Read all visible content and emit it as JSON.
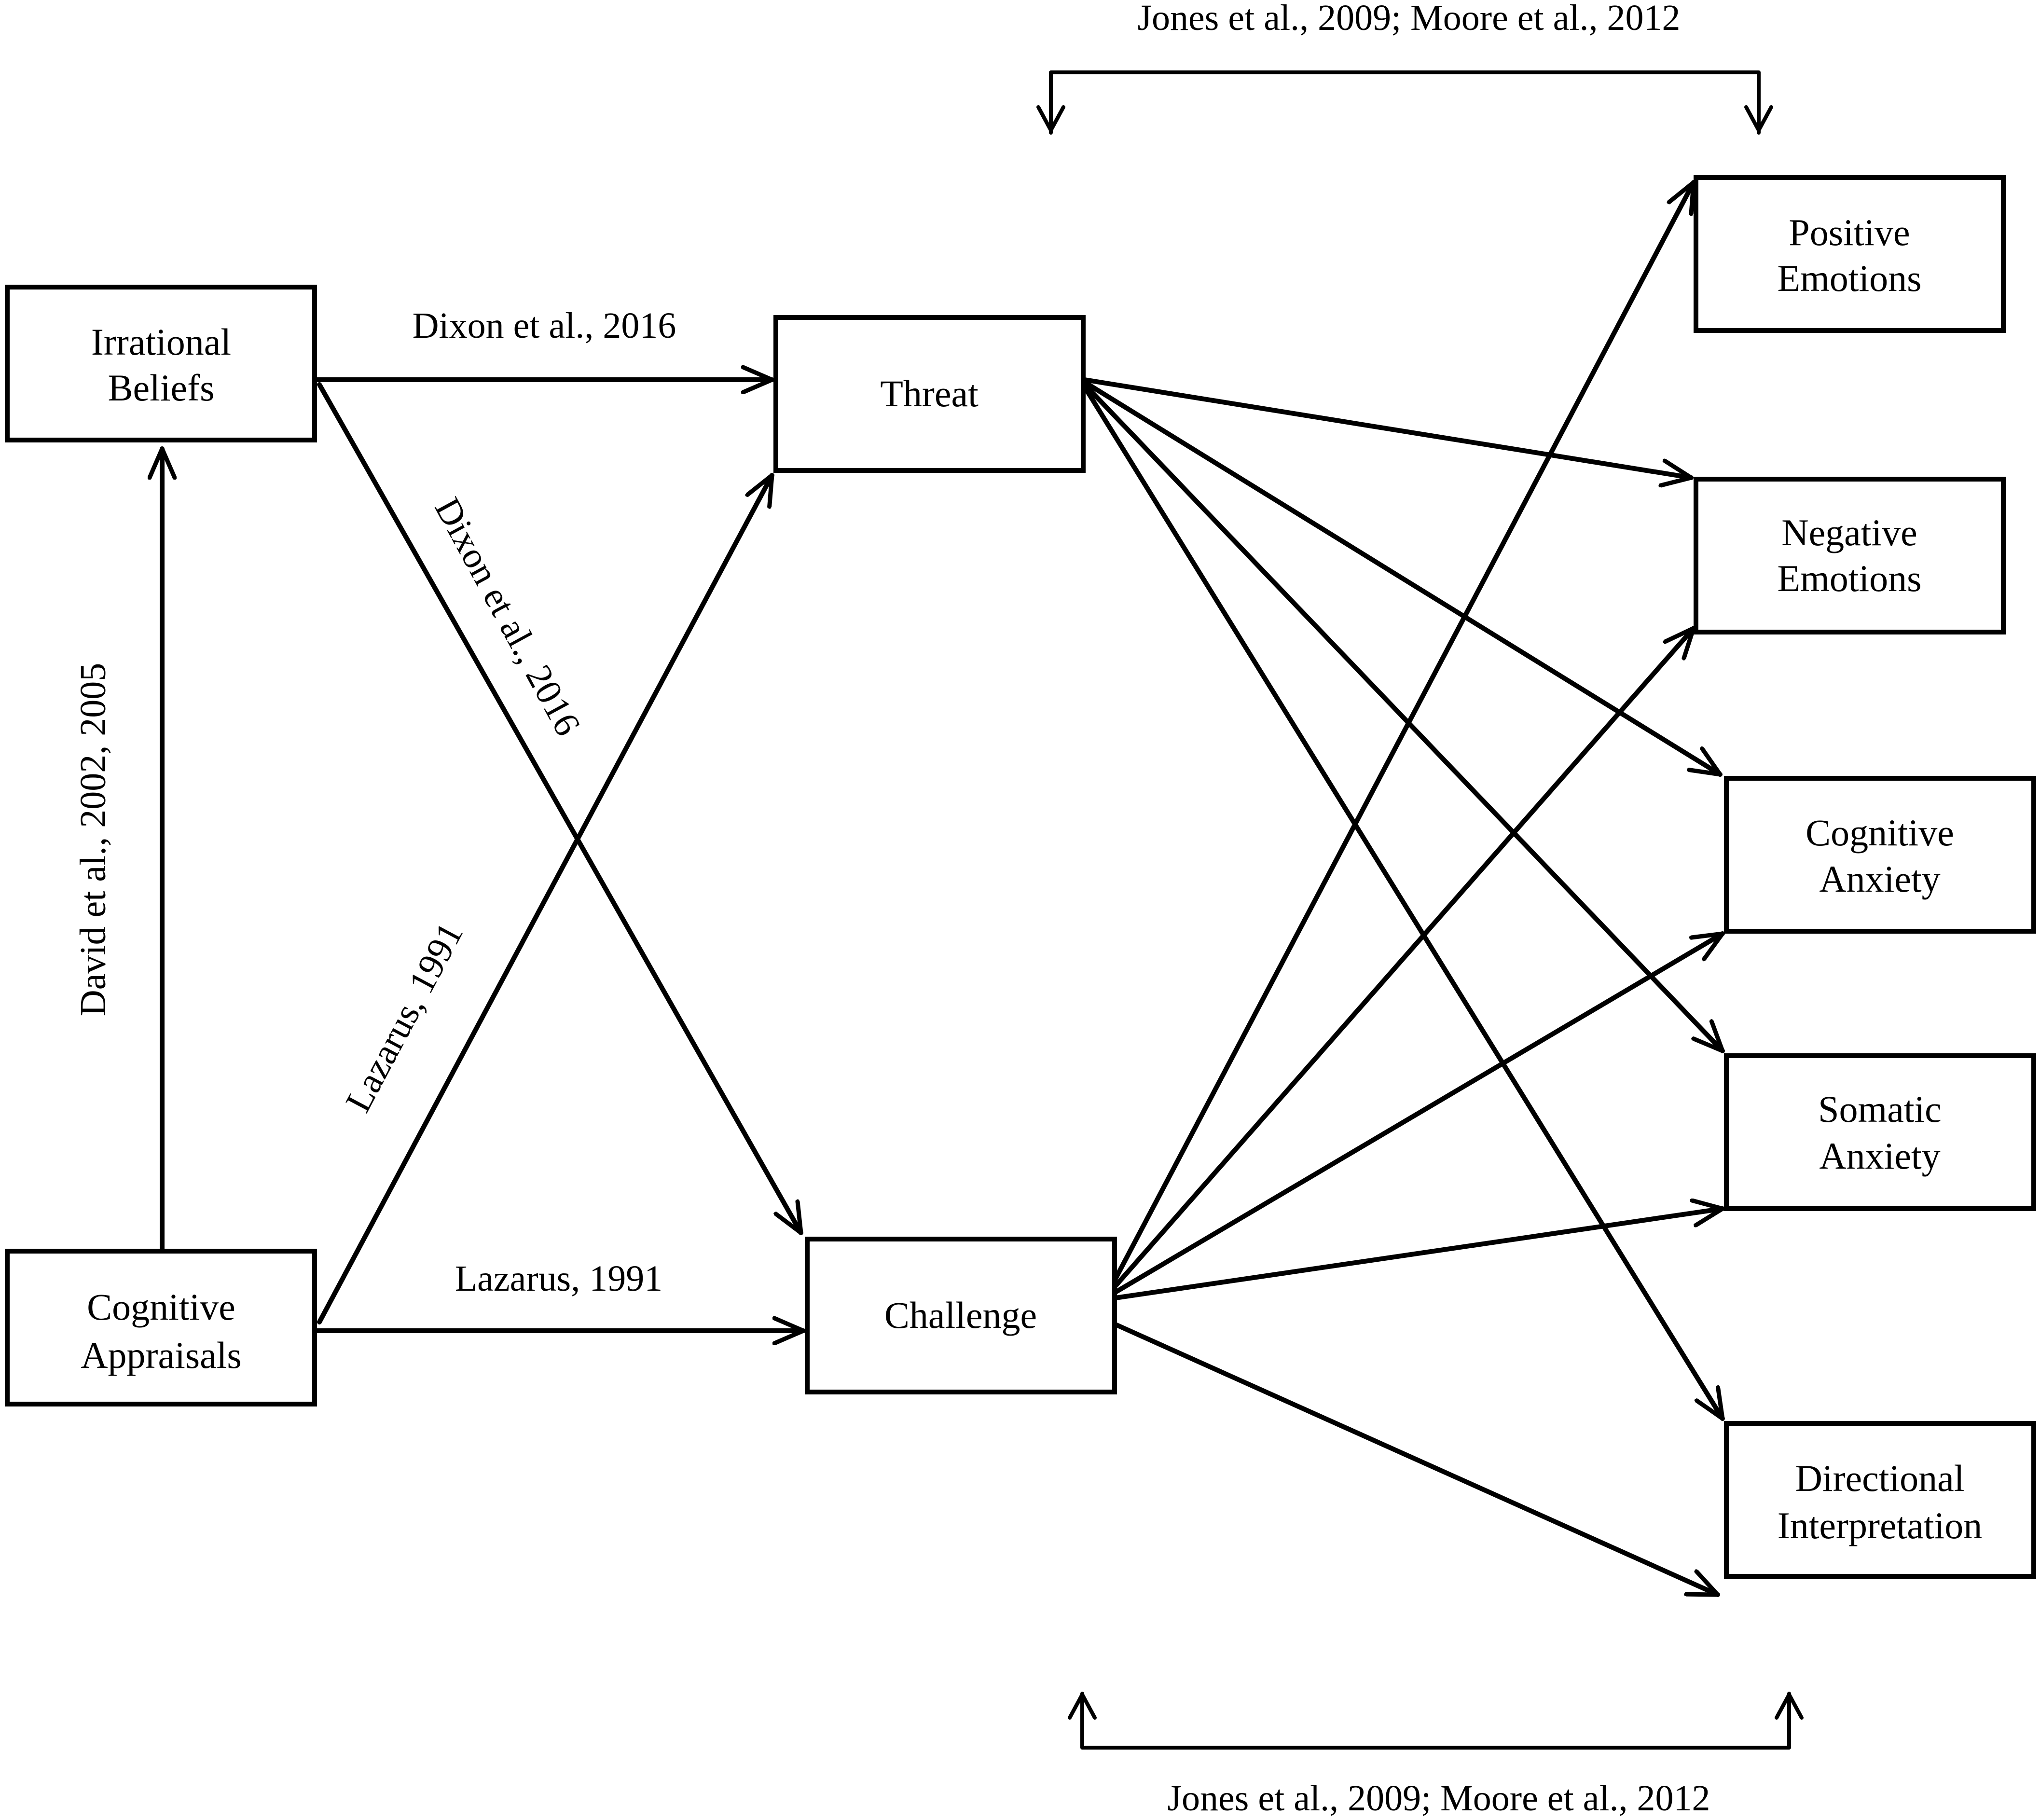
{
  "nodes": {
    "irrational_beliefs": [
      "Irrational",
      "Beliefs"
    ],
    "cognitive_appraisals": [
      "Cognitive",
      "Appraisals"
    ],
    "threat": [
      "Threat"
    ],
    "challenge": [
      "Challenge"
    ],
    "positive_emotions": [
      "Positive",
      "Emotions"
    ],
    "negative_emotions": [
      "Negative",
      "Emotions"
    ],
    "cognitive_anxiety": [
      "Cognitive",
      "Anxiety"
    ],
    "somatic_anxiety": [
      "Somatic",
      "Anxiety"
    ],
    "directional_interpretation": [
      "Directional",
      "Interpretation"
    ]
  },
  "edge_labels": {
    "beliefs_to_threat": "Dixon et al., 2016",
    "beliefs_to_challenge": "Dixon et al., 2016",
    "appraisals_to_beliefs": "David et al., 2002, 2005",
    "appraisals_to_threat": "Lazarus, 1991",
    "appraisals_to_challenge": "Lazarus, 1991",
    "threat_outcomes_top": "Jones et al., 2009; Moore et al., 2012",
    "challenge_outcomes_bottom": "Jones et al., 2009; Moore et al., 2012"
  },
  "edges": [
    {
      "from": "irrational_beliefs",
      "to": "threat"
    },
    {
      "from": "irrational_beliefs",
      "to": "challenge"
    },
    {
      "from": "cognitive_appraisals",
      "to": "irrational_beliefs"
    },
    {
      "from": "cognitive_appraisals",
      "to": "threat"
    },
    {
      "from": "cognitive_appraisals",
      "to": "challenge"
    },
    {
      "from": "threat",
      "to": "negative_emotions"
    },
    {
      "from": "threat",
      "to": "cognitive_anxiety"
    },
    {
      "from": "threat",
      "to": "somatic_anxiety"
    },
    {
      "from": "threat",
      "to": "directional_interpretation"
    },
    {
      "from": "challenge",
      "to": "positive_emotions"
    },
    {
      "from": "challenge",
      "to": "negative_emotions"
    },
    {
      "from": "challenge",
      "to": "cognitive_anxiety"
    },
    {
      "from": "challenge",
      "to": "somatic_anxiety"
    },
    {
      "from": "challenge",
      "to": "directional_interpretation"
    }
  ]
}
